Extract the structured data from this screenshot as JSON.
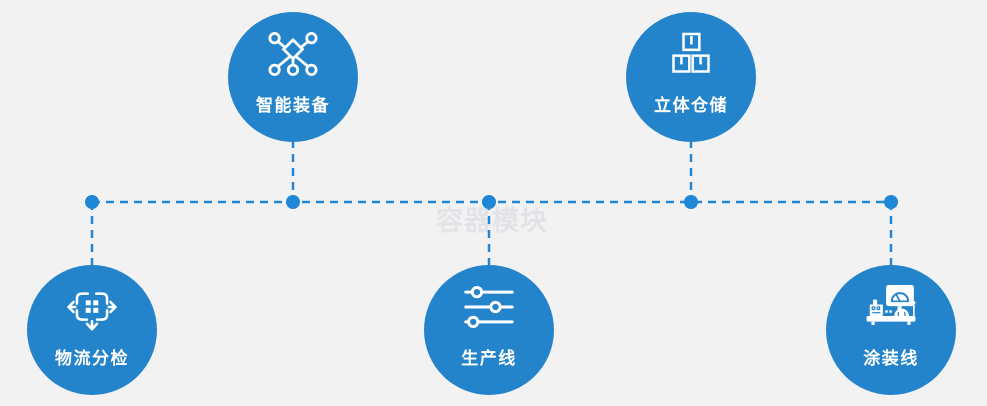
{
  "watermark": "容器模块",
  "colors": {
    "background": "#f2f2f3",
    "node_fill": "#2484cb",
    "connector_line": "#1f87d6",
    "node_label": "#ffffff",
    "watermark_text": "#e2e2e7"
  },
  "diagram": {
    "type": "node-link process diagram",
    "nodes": [
      {
        "id": "smart-equipment",
        "label": "智能装备",
        "icon": "network-nodes-icon",
        "position": "top-left"
      },
      {
        "id": "stereo-warehouse",
        "label": "立体仓储",
        "icon": "stacked-boxes-icon",
        "position": "top-right"
      },
      {
        "id": "logistics-sorting",
        "label": "物流分检",
        "icon": "sort-dispatch-icon",
        "position": "bottom-left"
      },
      {
        "id": "production-line",
        "label": "生产线",
        "icon": "sliders-icon",
        "position": "bottom-center"
      },
      {
        "id": "painting-line",
        "label": "涂装线",
        "icon": "control-console-icon",
        "position": "bottom-right"
      }
    ]
  }
}
